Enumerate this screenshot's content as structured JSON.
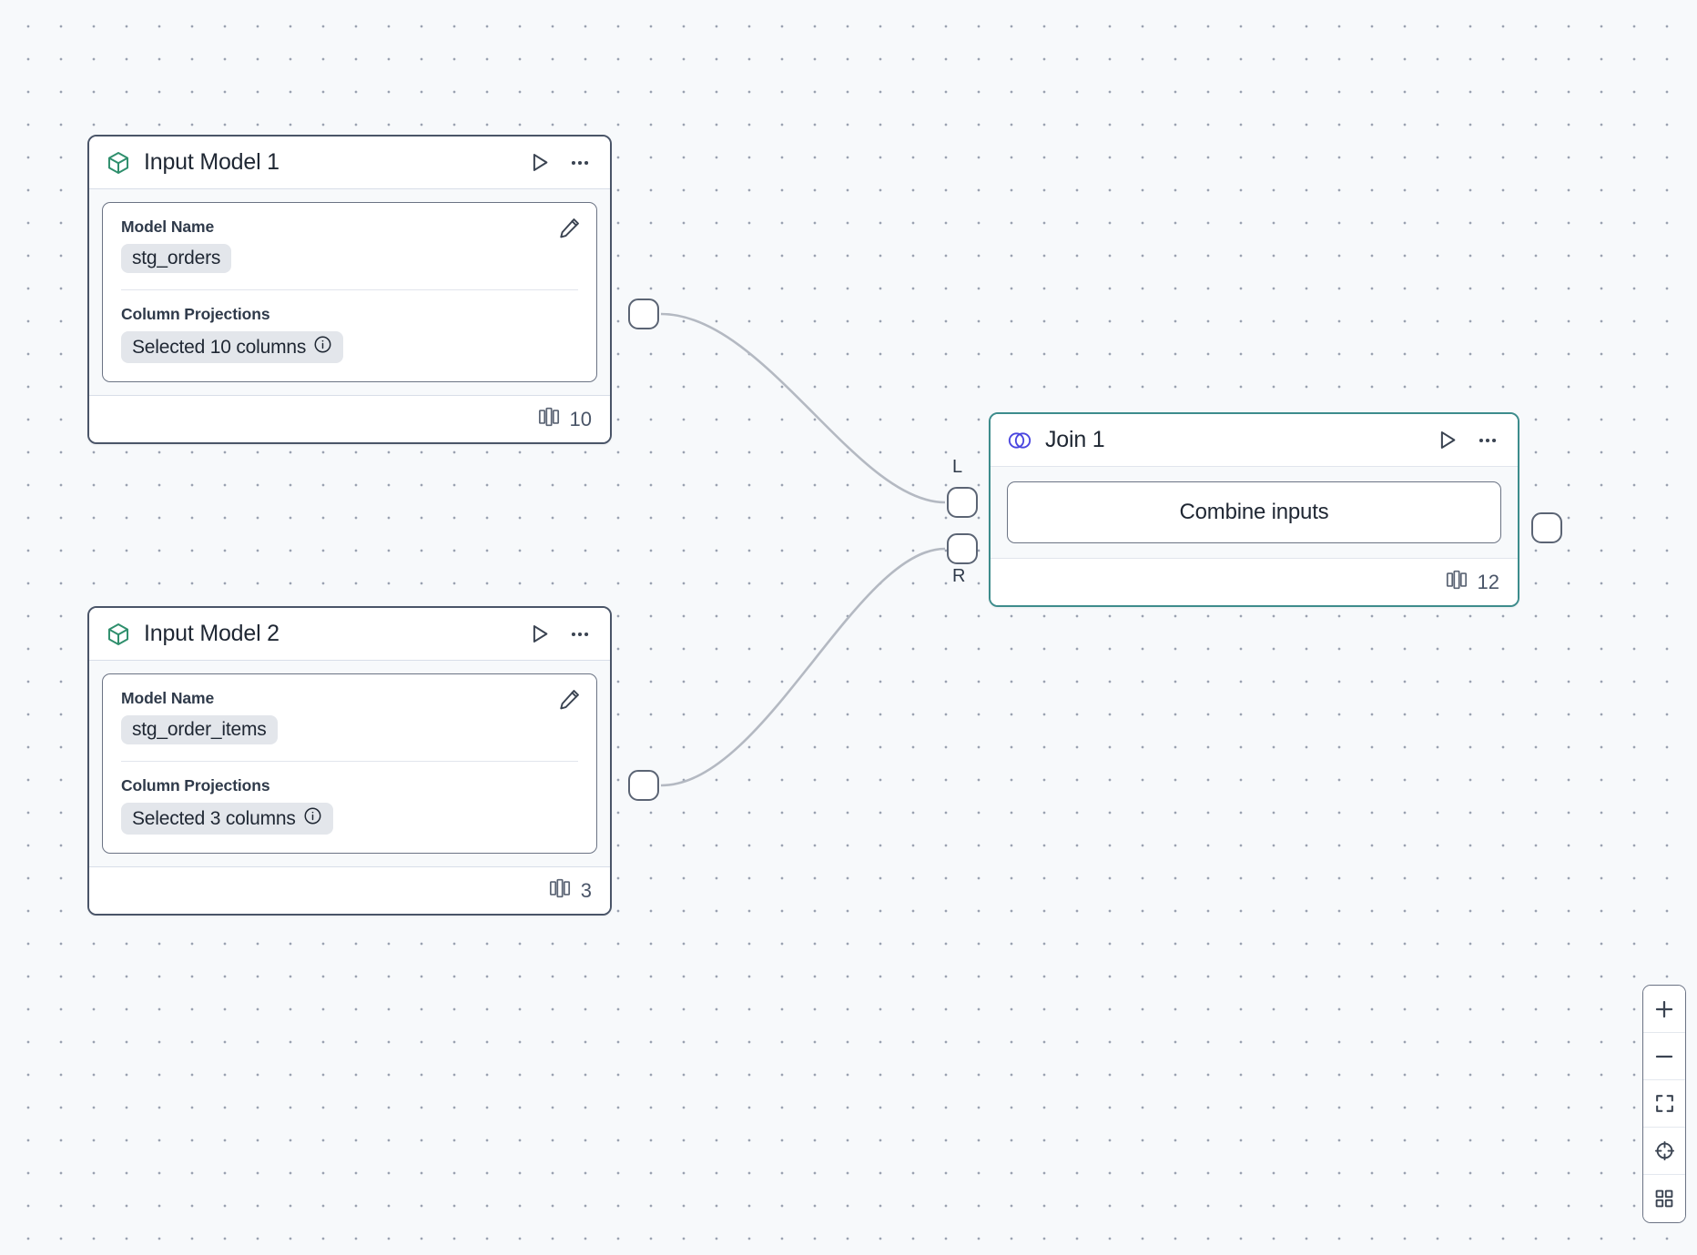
{
  "canvas": {
    "background_color": "#f7f9fb",
    "dot_color": "#9aa2b1"
  },
  "nodes": [
    {
      "id": "input-model-1",
      "title": "Input Model 1",
      "icon": "cube-icon",
      "icon_color": "#2f8f6d",
      "fields": {
        "model_name_label": "Model Name",
        "model_name_value": "stg_orders",
        "column_projections_label": "Column Projections",
        "column_projections_value": "Selected 10 columns"
      },
      "footer_count": "10"
    },
    {
      "id": "input-model-2",
      "title": "Input Model 2",
      "icon": "cube-icon",
      "icon_color": "#2f8f6d",
      "fields": {
        "model_name_label": "Model Name",
        "model_name_value": "stg_order_items",
        "column_projections_label": "Column Projections",
        "column_projections_value": "Selected 3 columns"
      },
      "footer_count": "3"
    }
  ],
  "join_node": {
    "title": "Join 1",
    "icon": "venn-icon",
    "icon_color": "#4a46e0",
    "border_color": "#3d8c8c",
    "button_label": "Combine inputs",
    "footer_count": "12"
  },
  "ports": {
    "left_label": "L",
    "right_label": "R"
  },
  "zoom_controls": [
    {
      "name": "zoom-in",
      "label": "+"
    },
    {
      "name": "zoom-out",
      "label": "−"
    },
    {
      "name": "fit-view",
      "label": ""
    },
    {
      "name": "center-view",
      "label": ""
    },
    {
      "name": "toggle-grid",
      "label": ""
    }
  ]
}
